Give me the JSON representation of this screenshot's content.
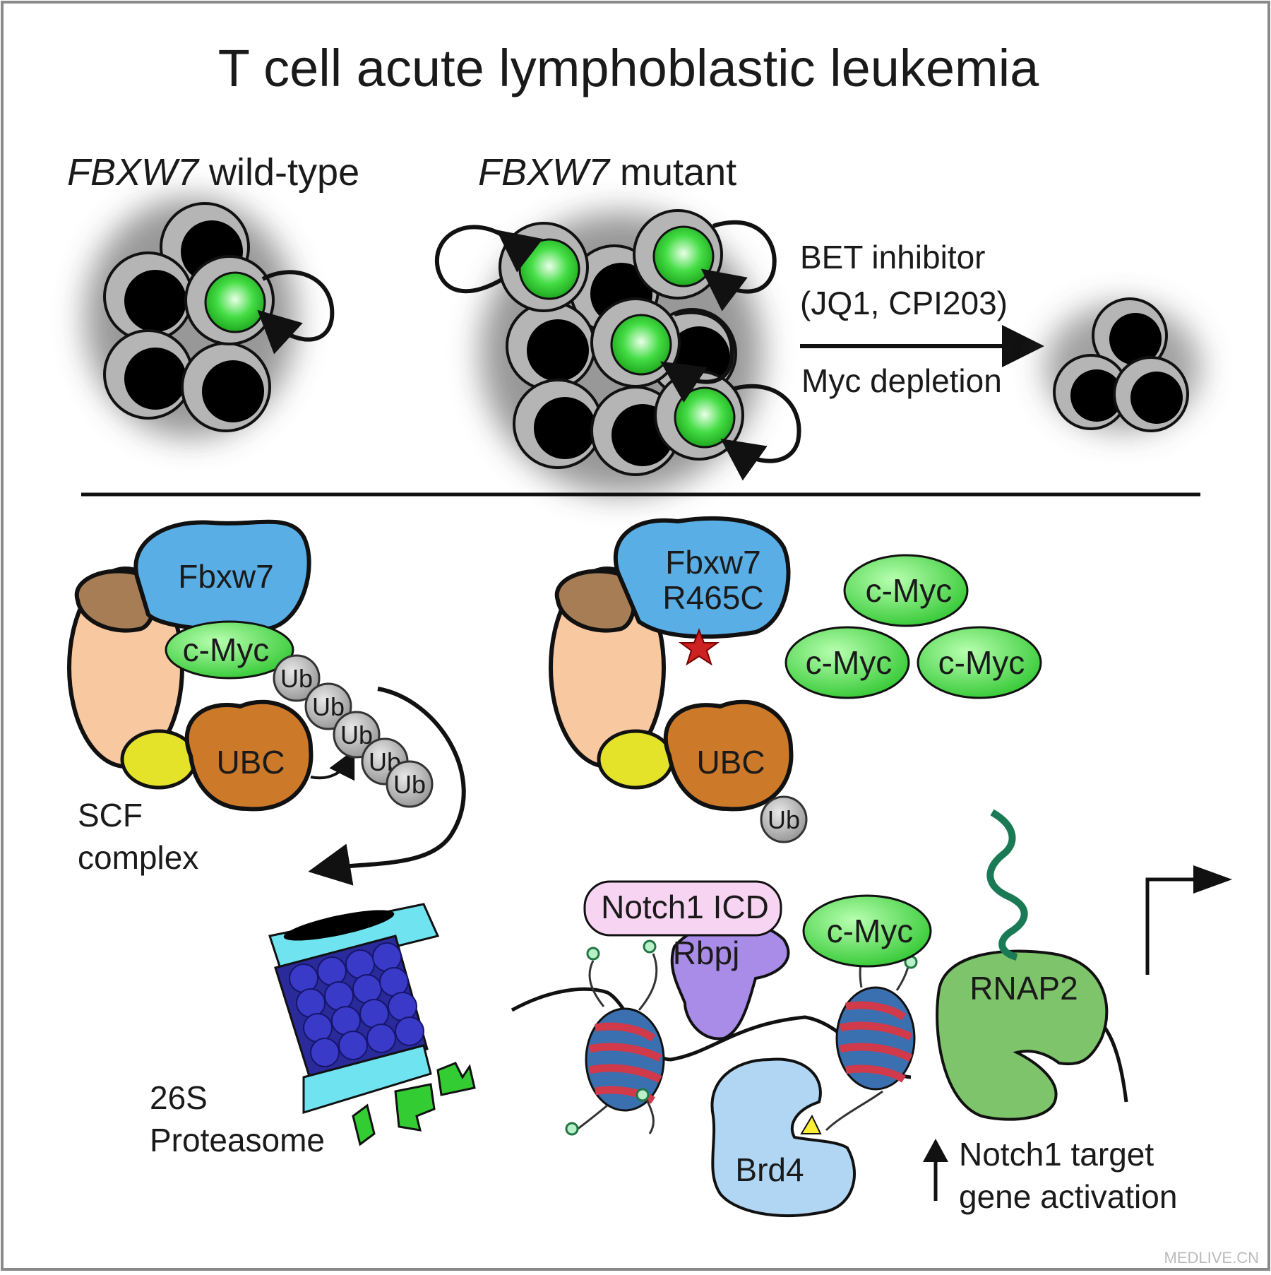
{
  "title": "T cell acute lymphoblastic leukemia",
  "top": {
    "wildtype_gene": "FBXW7",
    "wildtype_suffix": " wild-type",
    "mutant_gene": "FBXW7",
    "mutant_suffix": " mutant",
    "treatment_line1": "BET inhibitor",
    "treatment_line2": "(JQ1, CPI203)",
    "treatment_line3": "Myc depletion"
  },
  "left_panel": {
    "fbxw7": "Fbxw7",
    "cmyc": "c-Myc",
    "ubc": "UBC",
    "ub": "Ub",
    "scf_line1": "SCF",
    "scf_line2": "complex",
    "proteasome_line1": "26S",
    "proteasome_line2": "Proteasome"
  },
  "right_panel": {
    "fbxw7_line1": "Fbxw7",
    "fbxw7_line2": "R465C",
    "cmyc": "c-Myc",
    "ubc": "UBC",
    "ub": "Ub",
    "notch": "Notch1 ICD",
    "rbpj": "Rbpj",
    "rnap2": "RNAP2",
    "brd4": "Brd4",
    "activation_line1": "Notch1 target",
    "activation_line2": "gene activation"
  },
  "watermark": "MEDLIVE.CN",
  "colors": {
    "gfp_green": "#44dd44",
    "cmyc_green": "#55e055",
    "fbxw7_blue": "#5aaee6",
    "ubc_orange": "#cc7a2a",
    "proteasome_dark": "#2a2a9a",
    "proteasome_cyan": "#6fe4f0",
    "rnap2_green": "#7ec46a",
    "notch_pink": "#f6d4f2",
    "rbpj_purple": "#a98be8",
    "brd4_blue": "#b0d6f4"
  }
}
